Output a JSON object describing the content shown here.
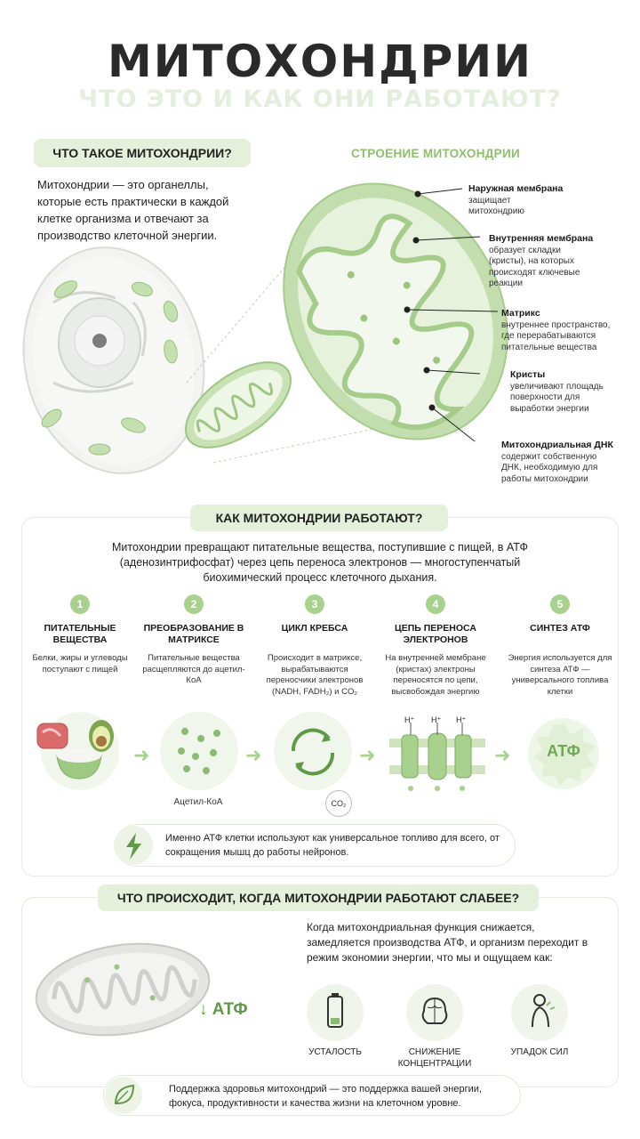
{
  "header": {
    "title": "МИТОХОНДРИИ",
    "subtitle": "ЧТО ЭТО И КАК ОНИ РАБОТАЮТ?"
  },
  "what": {
    "heading": "ЧТО ТАКОЕ МИТОХОНДРИИ?",
    "text": "Митохондрии — это органеллы, которые есть практически в каждой клетке организма и отвечают за производство клеточной энергии."
  },
  "structure": {
    "heading": "СТРОЕНИЕ МИТОХОНДРИИ",
    "parts": [
      {
        "title": "Наружная мембрана",
        "desc": "защищает митохондрию"
      },
      {
        "title": "Внутренняя мембрана",
        "desc": "образует складки (кристы), на которых происходят ключевые реакции"
      },
      {
        "title": "Матрикс",
        "desc": "внутреннее пространство, где перерабатываются питательные вещества"
      },
      {
        "title": "Кристы",
        "desc": "увеличивают площадь поверхности для выработки энергии"
      },
      {
        "title": "Митохондриальная ДНК",
        "desc": "содержит собственную ДНК, необходимую для работы митохондрии"
      }
    ]
  },
  "how": {
    "heading": "КАК МИТОХОНДРИИ РАБОТАЮТ?",
    "intro": "Митохондрии превращают питательные вещества, поступившие с пищей, в АТФ (аденозинтрифосфат) через цепь переноса электронов — многоступенчатый биохимический процесс клеточного дыхания.",
    "steps": [
      {
        "num": "1",
        "title": "ПИТАТЕЛЬНЫЕ ВЕЩЕСТВА",
        "desc": "Белки, жиры и углеводы поступают с пищей"
      },
      {
        "num": "2",
        "title": "ПРЕОБРАЗОВАНИЕ В МАТРИКСЕ",
        "desc": "Питательные вещества расщепляются до ацетил-КоА"
      },
      {
        "num": "3",
        "title": "ЦИКЛ КРЕБСА",
        "desc": "Происходит в матриксе, вырабатываются переносчики электронов (NADH, FADH₂) и CO₂"
      },
      {
        "num": "4",
        "title": "ЦЕПЬ ПЕРЕНОСА ЭЛЕКТРОНОВ",
        "desc": "На внутренней мембране (кристах) электроны переносятся по цепи, высвобождая энергию"
      },
      {
        "num": "5",
        "title": "СИНТЕЗ АТФ",
        "desc": "Энергия используется для синтеза АТФ — универсального топлива клетки"
      }
    ],
    "acetyl_label": "Ацетил-КоА",
    "co2_label": "CO₂",
    "proton_label": "H⁺",
    "atf_label": "АТФ",
    "note": "Именно АТФ клетки используют как универсальное топливо для всего, от сокращения мышц до работы нейронов."
  },
  "weak": {
    "heading": "ЧТО ПРОИСХОДИТ, КОГДА МИТОХОНДРИИ РАБОТАЮТ СЛАБЕЕ?",
    "text": "Когда митохондриальная функция снижается, замедляется производства АТФ, и организм переходит в режим экономии энергии, что мы и ощущаем как:",
    "atf_down": "↓ АТФ",
    "symptoms": [
      "УСТАЛОСТЬ",
      "СНИЖЕНИЕ КОНЦЕНТРАЦИИ",
      "УПАДОК СИЛ"
    ],
    "final_note": "Поддержка здоровья митохондрий — это поддержка вашей энергии, фокуса, продуктивности и качества жизни на клеточном уровне."
  },
  "colors": {
    "accent": "#a8d18d",
    "pill": "#e5f0db",
    "dark_green": "#5f9a47"
  }
}
